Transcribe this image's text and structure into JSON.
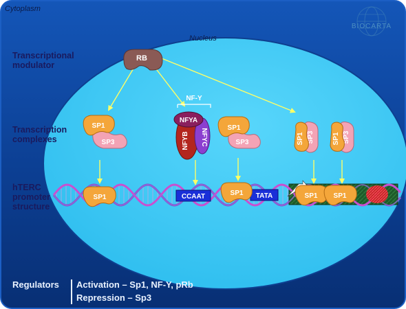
{
  "cytoplasm_label": "Cytoplasm",
  "nucleus_label": "Nucleus",
  "logo_text": "BIOCARTA",
  "row_labels": {
    "modulator": [
      "Transcriptional",
      "modulator"
    ],
    "complexes": [
      "Transcription",
      "complexes"
    ],
    "promoter": [
      "hTERC",
      "promoter",
      "structure"
    ]
  },
  "proteins": {
    "rb": "RB",
    "sp1": "SP1",
    "sp3": "SP3",
    "nfy_group": "NF-Y",
    "nfya": "NFYA",
    "nfyb": "NFYB",
    "nfyc": "NFYC"
  },
  "promoter_elements": {
    "ccaat": "CCAAT",
    "tata": "TATA"
  },
  "regulators": {
    "title": "Regulators",
    "activation": "Activation – Sp1, NF-Y, pRb",
    "repression": "Repression – Sp3"
  },
  "colors": {
    "outer_background": "#0a3d8f",
    "nucleus": "#38c8f5",
    "sp1": "#f4a63a",
    "sp3": "#f3a3b5",
    "rb": "#8a5a55",
    "nfya": "#8a1f5e",
    "nfyb": "#b3261e",
    "nfyc": "#8c3fd0",
    "element_box": "#1a2fd8",
    "arrow": "#ffff66"
  }
}
